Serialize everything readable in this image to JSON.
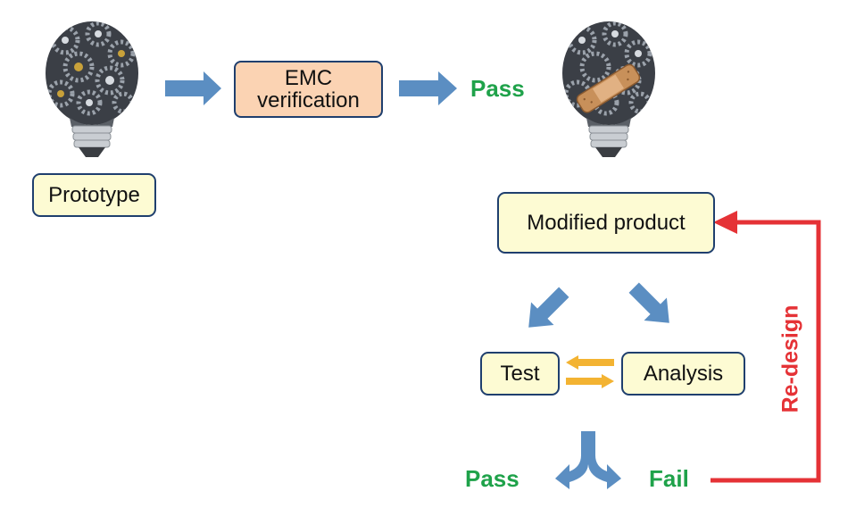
{
  "nodes": {
    "emc_line1": "EMC",
    "emc_line2": "verification",
    "prototype": "Prototype",
    "modified_product": "Modified product",
    "test": "Test",
    "analysis": "Analysis"
  },
  "labels": {
    "pass_top": "Pass",
    "pass_bottom": "Pass",
    "fail": "Fail",
    "redesign": "Re-design"
  },
  "colors": {
    "node_fill": "#fdfbd3",
    "emc_fill": "#fbd3b3",
    "node_border": "#1f3f6e",
    "blue_arrow": "#5b8ec2",
    "orange_arrow": "#f3b332",
    "pass_green": "#1fa24a",
    "redesign_red": "#e53236"
  },
  "icons": {
    "prototype_image": "gear-lightbulb-icon",
    "modified_image": "gear-lightbulb-with-bandage-icon"
  }
}
